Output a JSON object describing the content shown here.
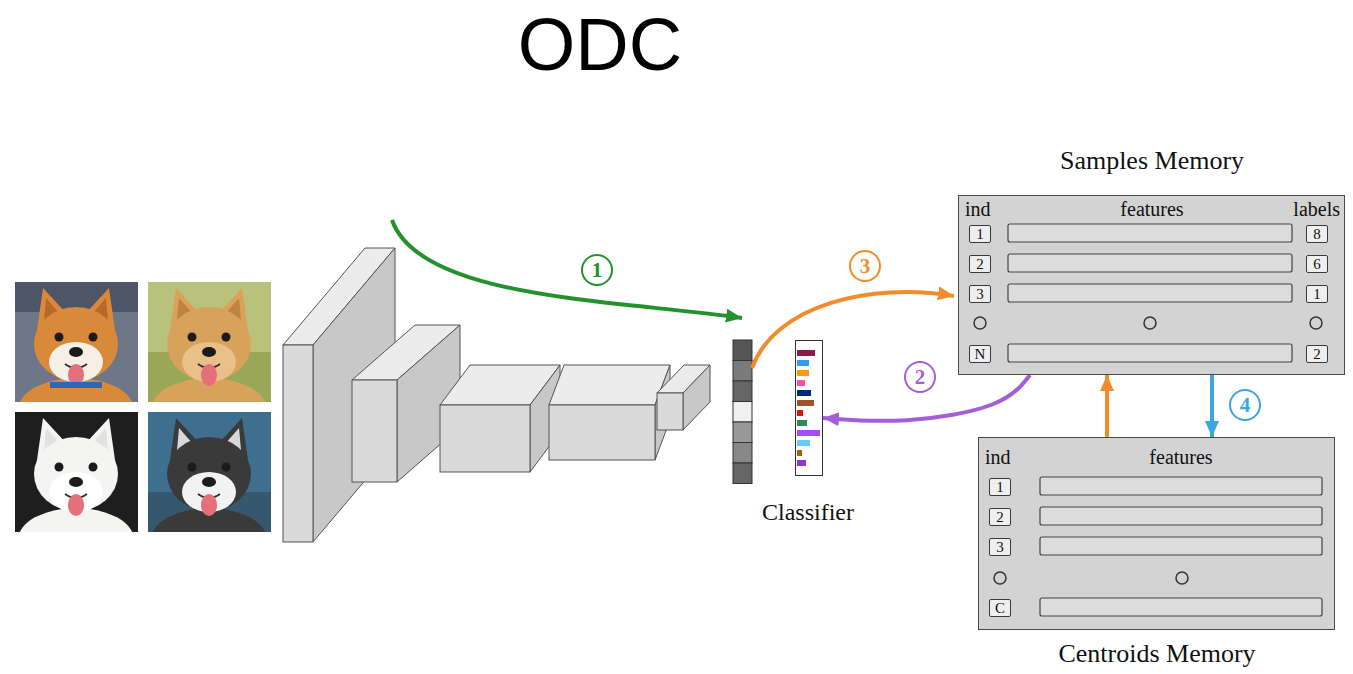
{
  "diagram": {
    "title": "ODC",
    "nodes": [
      {
        "text": [
          "Classifier"
        ]
      },
      {
        "text": [
          "Samples Memory",
          "ind",
          "features",
          "labels"
        ]
      },
      {
        "text": [
          "1"
        ],
        "in": 1
      },
      {
        "text": [
          "8"
        ],
        "in": 1
      },
      {
        "text": [
          "2"
        ],
        "in": 1
      },
      {
        "text": [
          "6"
        ],
        "in": 1
      },
      {
        "text": [
          "3"
        ],
        "in": 1
      },
      {
        "text": [
          "1"
        ],
        "in": 1
      },
      {
        "text": [
          "N"
        ],
        "in": 1
      },
      {
        "text": [
          "2"
        ],
        "in": 1
      },
      {
        "text": [
          "ind",
          "features",
          "Centroids Memory"
        ]
      },
      {
        "text": [
          "1"
        ],
        "in": 10
      },
      {
        "text": [
          "2"
        ],
        "in": 10
      },
      {
        "text": [
          "3"
        ],
        "in": 10
      },
      {
        "text": [
          "C"
        ],
        "in": 10
      }
    ],
    "edges": [
      {
        "from": 1,
        "to": 0,
        "label": "2",
        "arrow": "to"
      },
      {
        "from": 1,
        "to": 10,
        "label": "4",
        "arrow": "to"
      },
      {
        "from": 10,
        "to": 1,
        "arrow": "to"
      }
    ],
    "labels": [
      "1",
      "3"
    ]
  }
}
